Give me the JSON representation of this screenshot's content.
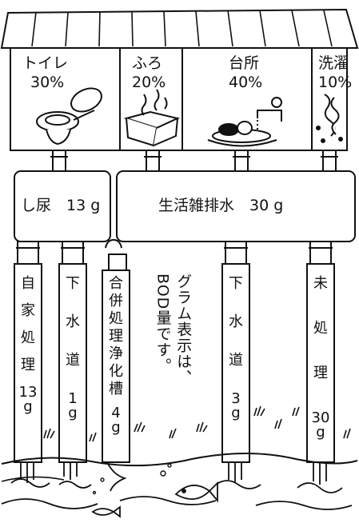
{
  "rooms": [
    {
      "name": "トイレ",
      "pct": "30%",
      "icon": "toilet-icon"
    },
    {
      "name": "ふろ",
      "pct": "20%",
      "icon": "bathtub-icon"
    },
    {
      "name": "台所",
      "pct": "40%",
      "icon": "kitchen-faucet-icon"
    },
    {
      "name": "洗濯",
      "pct": "10%",
      "icon": "laundry-icon"
    }
  ],
  "boxes": {
    "night_soil": "し尿　13 g",
    "household": "生活雑排水　30 g"
  },
  "pipes": [
    {
      "chars": [
        "自",
        "家",
        "処",
        "理"
      ],
      "value": "13",
      "unit": "g"
    },
    {
      "chars": [
        "下",
        "水",
        "道"
      ],
      "value": "1",
      "unit": "g"
    },
    {
      "chars": [
        "合",
        "併",
        "処",
        "理",
        "浄",
        "化",
        "槽"
      ],
      "value": "4",
      "unit": "g"
    },
    {
      "chars": [
        "下",
        "水",
        "道"
      ],
      "value": "3",
      "unit": "g"
    },
    {
      "chars": [
        "未",
        "処",
        "理"
      ],
      "value": "30",
      "unit": "g"
    }
  ],
  "note": {
    "line1": "グラム表示は、",
    "line2": "BOD量です。"
  }
}
